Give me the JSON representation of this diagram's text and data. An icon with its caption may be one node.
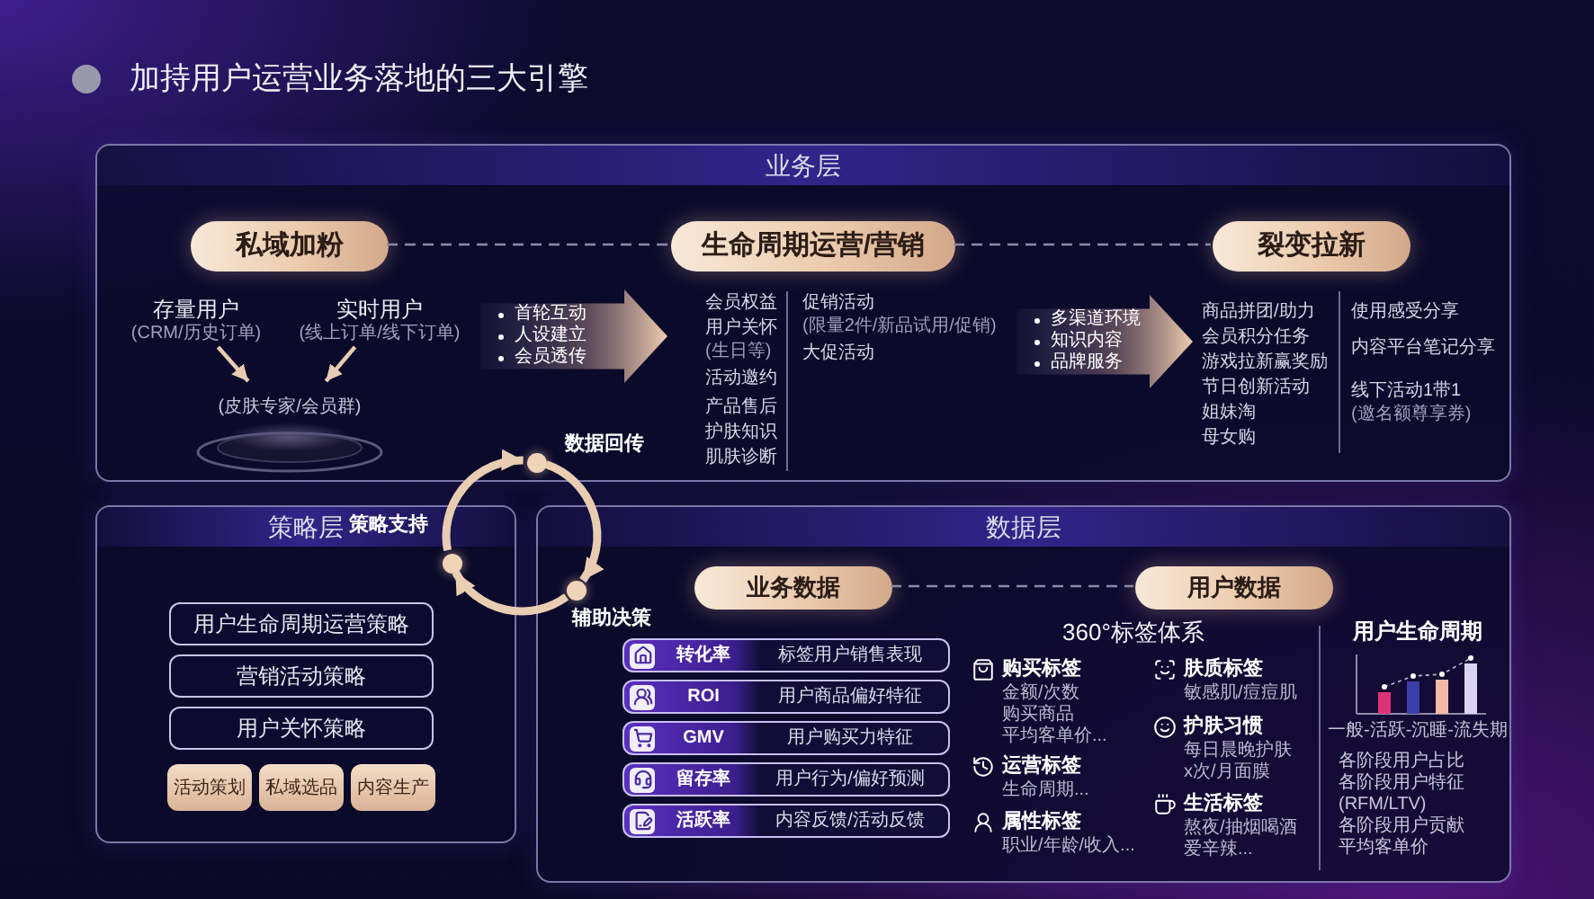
{
  "diagram": {
    "title": "加持用户运营业务落地的三大引擎",
    "nodes": [
      {
        "text": [
          "业务层"
        ]
      },
      {
        "text": [
          "私域加粉"
        ],
        "in": 0
      },
      {
        "text": [
          "生命周期运营/营销"
        ],
        "in": 0
      },
      {
        "text": [
          "裂变拉新"
        ],
        "in": 0
      },
      {
        "text": [
          "存量用户",
          "(CRM/历史订单)"
        ],
        "in": 0
      },
      {
        "text": [
          "实时用户",
          "(线上订单/线下订单)"
        ],
        "in": 0
      },
      {
        "text": [
          "(皮肤专家/会员群)"
        ],
        "in": 0
      },
      {
        "text": [
          "首轮互动",
          "人设建立",
          "会员透传"
        ],
        "in": 0
      },
      {
        "text": [
          "多渠道环境",
          "知识内容",
          "品牌服务"
        ],
        "in": 0
      },
      {
        "text": [
          "策略层"
        ]
      },
      {
        "text": [
          "用户生命周期运营策略"
        ],
        "in": 9
      },
      {
        "text": [
          "营销活动策略"
        ],
        "in": 9
      },
      {
        "text": [
          "用户关怀策略"
        ],
        "in": 9
      },
      {
        "text": [
          "活动策划"
        ],
        "in": 9
      },
      {
        "text": [
          "私域选品"
        ],
        "in": 9
      },
      {
        "text": [
          "内容生产"
        ],
        "in": 9
      },
      {
        "text": [
          "数据层"
        ]
      },
      {
        "text": [
          "业务数据"
        ],
        "in": 16
      },
      {
        "text": [
          "用户数据"
        ],
        "in": 16
      },
      {
        "text": [
          "转化率",
          "标签用户销售表现"
        ],
        "in": 16
      },
      {
        "text": [
          "ROI",
          "用户商品偏好特征"
        ],
        "in": 16
      },
      {
        "text": [
          "GMV",
          "用户购买力特征"
        ],
        "in": 16
      },
      {
        "text": [
          "留存率",
          "用户行为/偏好预测"
        ],
        "in": 16
      },
      {
        "text": [
          "活跃率",
          "内容反馈/活动反馈"
        ],
        "in": 16
      },
      {
        "text": [],
        "shape": "circle",
        "beside": [
          "数据回传"
        ],
        "in": 0
      },
      {
        "text": [],
        "shape": "circle",
        "beside": [
          "策略支持"
        ],
        "in": 9
      },
      {
        "text": [],
        "shape": "circle",
        "beside": [
          "辅助决策"
        ],
        "in": 16
      }
    ],
    "edges": [
      {
        "from": 1,
        "to": 2,
        "arrow": "none",
        "style": "dashed",
        "color": "#8d8ba6"
      },
      {
        "from": 2,
        "to": 3,
        "arrow": "none",
        "style": "dashed",
        "color": "#8d8ba6"
      },
      {
        "from": 4,
        "to": 6,
        "arrow": "to"
      },
      {
        "from": 5,
        "to": 6,
        "arrow": "to"
      },
      {
        "from": 17,
        "to": 18,
        "arrow": "none",
        "style": "dashed",
        "color": "#8d8ba6"
      },
      {
        "from": 25,
        "to": 24,
        "arrow": "to",
        "style": "thick"
      },
      {
        "from": 24,
        "to": 26,
        "arrow": "to",
        "style": "thick"
      },
      {
        "from": 26,
        "to": 25,
        "arrow": "to",
        "style": "thick"
      }
    ],
    "labels": [
      "会员权益",
      "用户关怀",
      "(生日等)",
      "活动邀约",
      "产品售后",
      "护肤知识",
      "肌肤诊断",
      "促销活动",
      "(限量2件/新品试用/促销)",
      "大促活动",
      "商品拼团/助力",
      "会员积分任务",
      "游戏拉新赢奖励",
      "节日创新活动",
      "姐妹淘",
      "母女购",
      "使用感受分享",
      "内容平台笔记分享",
      "线下活动1带1",
      "(邀名额尊享券)",
      "360°标签体系",
      "购买标签",
      "金额/次数",
      "购买商品",
      "平均客单价...",
      "肤质标签",
      "敏感肌/痘痘肌",
      "运营标签",
      "生命周期...",
      "护肤习惯",
      "每日晨晚护肤",
      "x次/月面膜",
      "属性标签",
      "职业/年龄/收入...",
      "生活标签",
      "熬夜/抽烟喝酒",
      "爱辛辣...",
      "用户生命周期",
      "一般-活跃-沉睡-流失期",
      "各阶段用户占比",
      "各阶段用户特征 (RFM/LTV)",
      "各阶段用户贡献",
      "平均客单价"
    ]
  }
}
